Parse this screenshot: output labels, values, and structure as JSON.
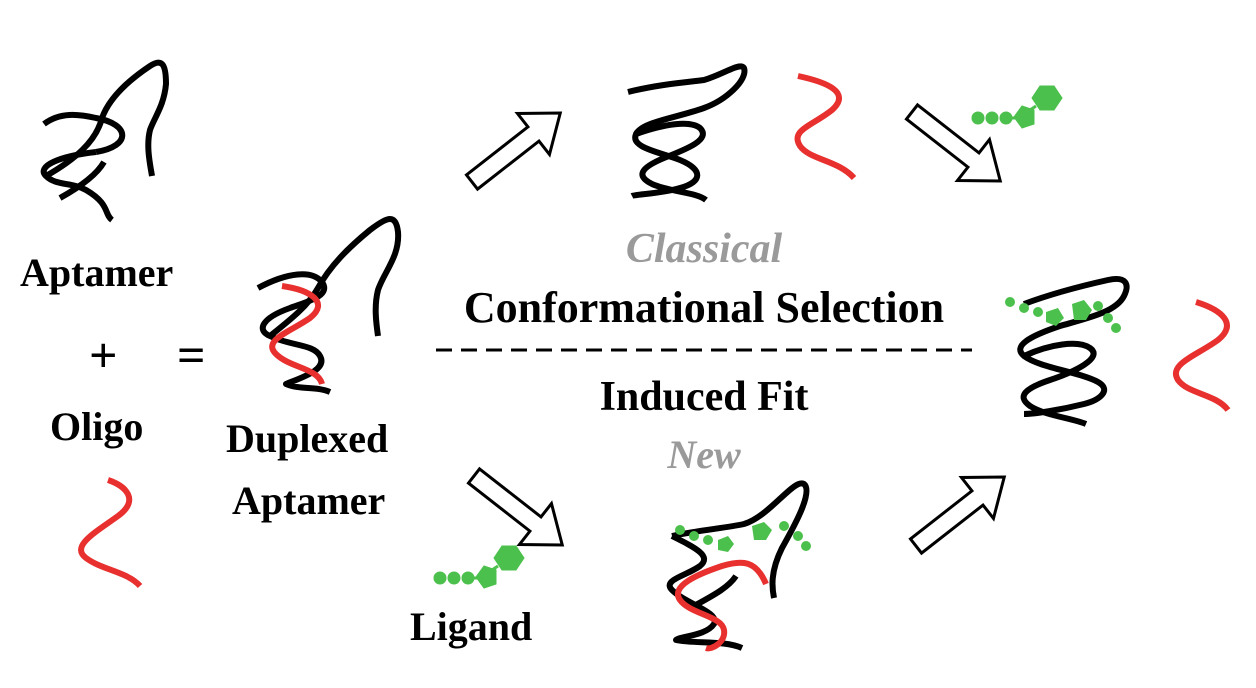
{
  "labels": {
    "aptamer": "Aptamer",
    "plus": "+",
    "equals": "=",
    "oligo": "Oligo",
    "duplexed_line1": "Duplexed",
    "duplexed_line2": "Aptamer",
    "ligand": "Ligand",
    "classical": "Classical",
    "conformational_selection": "Conformational Selection",
    "induced_fit": "Induced Fit",
    "new": "New"
  },
  "colors": {
    "aptamer_strand": "#000000",
    "oligo_strand": "#e8302f",
    "ligand": "#4cc04c",
    "pathway_tag": "#9a9a9a"
  }
}
